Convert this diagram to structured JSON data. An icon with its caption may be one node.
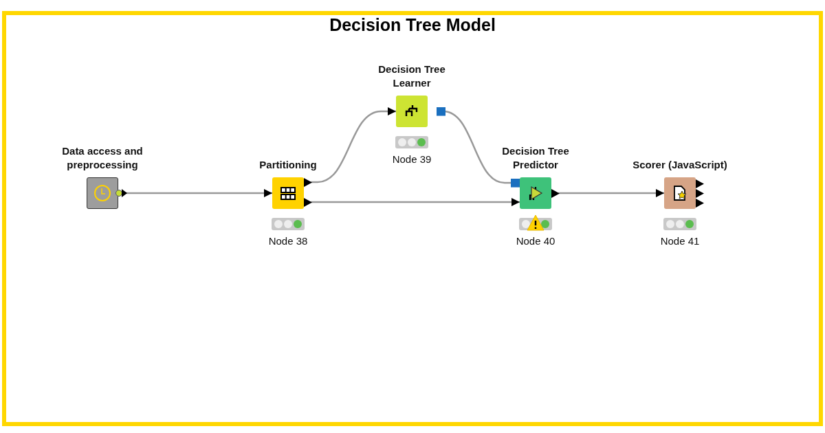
{
  "diagram": {
    "title": "Decision Tree Model",
    "nodes": [
      {
        "text": [
          "Data access and preprocessing"
        ]
      },
      {
        "text": [
          "Partitioning"
        ],
        "beside": [
          "Node 38"
        ]
      },
      {
        "text": [
          "Decision Tree Learner"
        ],
        "beside": [
          "Node 39"
        ]
      },
      {
        "text": [
          "Decision Tree Predictor"
        ],
        "beside": [
          "Node 40"
        ]
      },
      {
        "text": [
          "Scorer (JavaScript)"
        ],
        "beside": [
          "Node 41"
        ]
      }
    ],
    "edges": [
      {
        "from": 0,
        "to": 1,
        "arrow": "to"
      },
      {
        "from": 1,
        "to": 2,
        "arrow": "to"
      },
      {
        "from": 2,
        "to": 3,
        "arrow": "other"
      },
      {
        "from": 1,
        "to": 3,
        "arrow": "to"
      },
      {
        "from": 3,
        "to": 4,
        "arrow": "to"
      }
    ]
  }
}
